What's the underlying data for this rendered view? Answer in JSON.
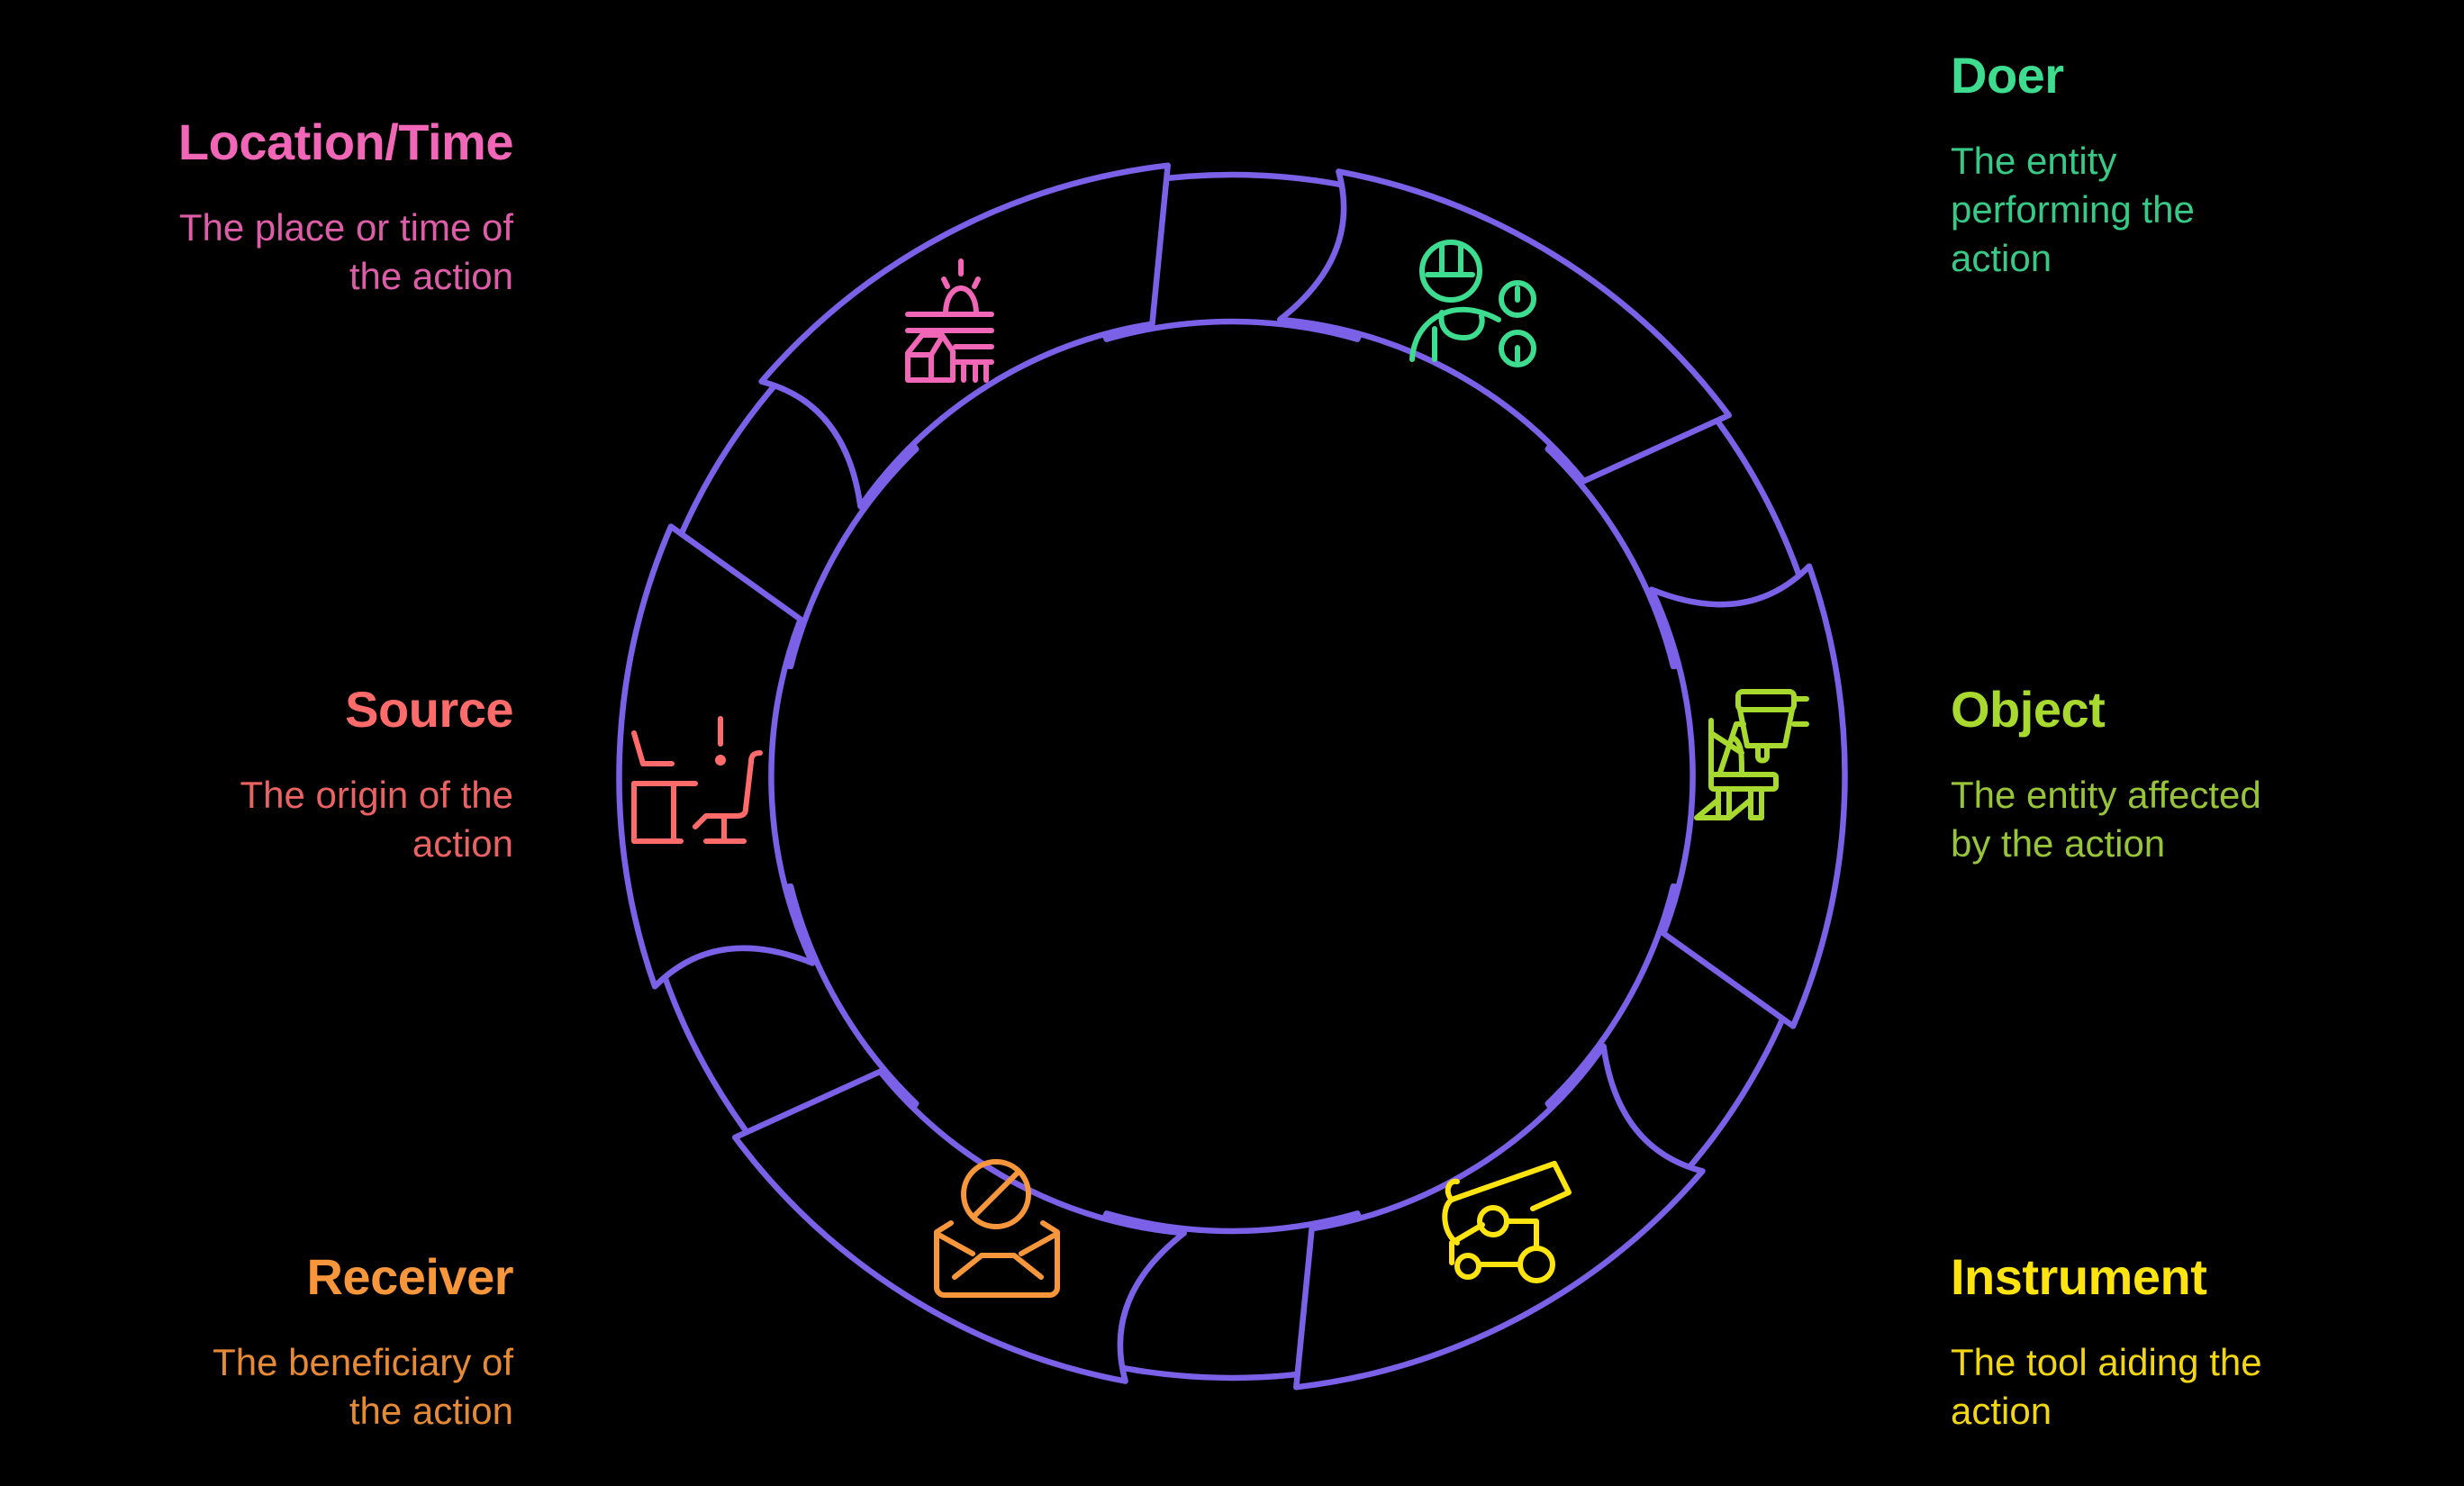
{
  "diagram": {
    "type": "cycle",
    "ring_color": "#7B61E8",
    "background": "#000000"
  },
  "roles": [
    {
      "id": "doer",
      "title": "Doer",
      "description": "The entity performing the action",
      "desc_lines": [
        "The entity",
        "performing the",
        "action"
      ],
      "color": "#3DDC8F",
      "desc_color": "#38C986",
      "icon": "worker-with-wrench-icon",
      "side": "right"
    },
    {
      "id": "object",
      "title": "Object",
      "description": "The entity affected by the action",
      "desc_lines": [
        "The entity affected",
        "by the action"
      ],
      "color": "#A8D92E",
      "desc_color": "#98C43A",
      "icon": "coffee-machine-icon",
      "side": "right"
    },
    {
      "id": "instrument",
      "title": "Instrument",
      "description": "The tool aiding the action",
      "desc_lines": [
        "The tool aiding the",
        "action"
      ],
      "color": "#FFE40F",
      "desc_color": "#F2D612",
      "icon": "crane-truck-icon",
      "side": "right"
    },
    {
      "id": "receiver",
      "title": "Receiver",
      "description": "The beneficiary of the action",
      "desc_lines": [
        "The beneficiary of",
        "the action"
      ],
      "color": "#F7963A",
      "desc_color": "#E68A36",
      "icon": "blocked-mail-icon",
      "side": "left"
    },
    {
      "id": "source",
      "title": "Source",
      "description": "The origin of the action",
      "desc_lines": [
        "The origin of the",
        "action"
      ],
      "color": "#FF6B6B",
      "desc_color": "#EB6262",
      "icon": "desk-chair-alert-icon",
      "side": "left"
    },
    {
      "id": "location_time",
      "title": "Location/Time",
      "description": "The place or time of the action",
      "desc_lines": [
        "The place or time of",
        "the action"
      ],
      "color": "#F266B8",
      "desc_color": "#DE5DA9",
      "icon": "farm-sunrise-icon",
      "side": "left"
    }
  ]
}
